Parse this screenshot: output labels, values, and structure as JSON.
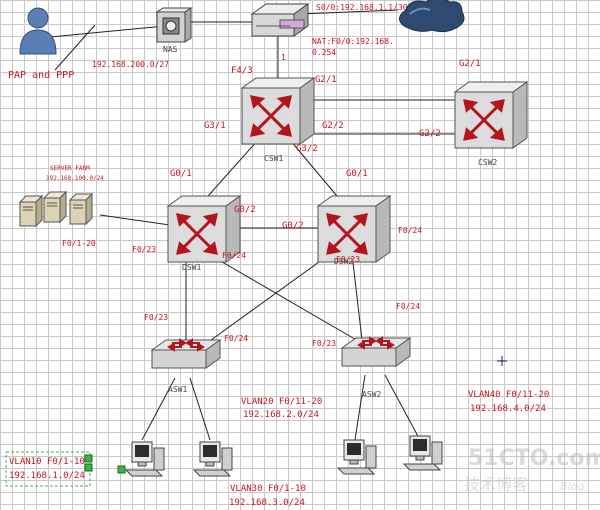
{
  "devices": {
    "nas": "NAS",
    "csw1": "CSW1",
    "csw2": "CSW2",
    "dsw1": "DSW1",
    "dsw2": "DSW2",
    "asw1": "ASW1",
    "asw2": "ASW2"
  },
  "labels": {
    "pap_ppp": "PAP and PPP",
    "nas_net": "192.168.200.0/27",
    "r_s0": "S0/0:192.168.1.1/30",
    "r_nat_1": "NAT:F0/0:192.168.",
    "r_nat_2": "0.254",
    "r_f1": "1",
    "csw1_f43": "F4/3",
    "csw1_g21": "G2/1",
    "csw1_g31": "G3/1",
    "csw1_g22": "G2/2",
    "csw1_g32": "G3/2",
    "csw2_g21": "G2/1",
    "csw2_g22": "G2/2",
    "servers_1": "SERVER FARM",
    "servers_2": "192.168.100.0/24",
    "servers_port": "F0/1-20",
    "dsw1_g01": "G0/1",
    "dsw1_g02": "G0/2",
    "dsw1_f023": "F0/23",
    "dsw1_f024": "F0/24",
    "dsw2_g01": "G0/1",
    "dsw2_g02": "G0/2",
    "dsw2_f024": "F0/24",
    "dsw2_f023": "F0/23",
    "asw1_f023": "F0/23",
    "asw1_f024": "F0/24",
    "asw2_f024": "F0/24",
    "asw2_f023": "F0/23",
    "vlan10_1": "VLAN10 F0/1-10",
    "vlan10_2": "192.168.1.0/24",
    "vlan20_1": "VLAN20 F0/11-20",
    "vlan20_2": "192.168.2.0/24",
    "vlan30_1": "VLAN30 F0/1-10",
    "vlan30_2": "192.168.3.0/24",
    "vlan40_1": "VLAN40 F0/11-20",
    "vlan40_2": "192.168.4.0/24"
  },
  "watermark": {
    "line1": "51CTO.com",
    "line2": "技术博客",
    "line3": "Blog"
  },
  "colors": {
    "label": "#c8141e",
    "switch_body": "#d9d9d9",
    "switch_arrow": "#b4141e",
    "grid": "#c9c9c9"
  }
}
